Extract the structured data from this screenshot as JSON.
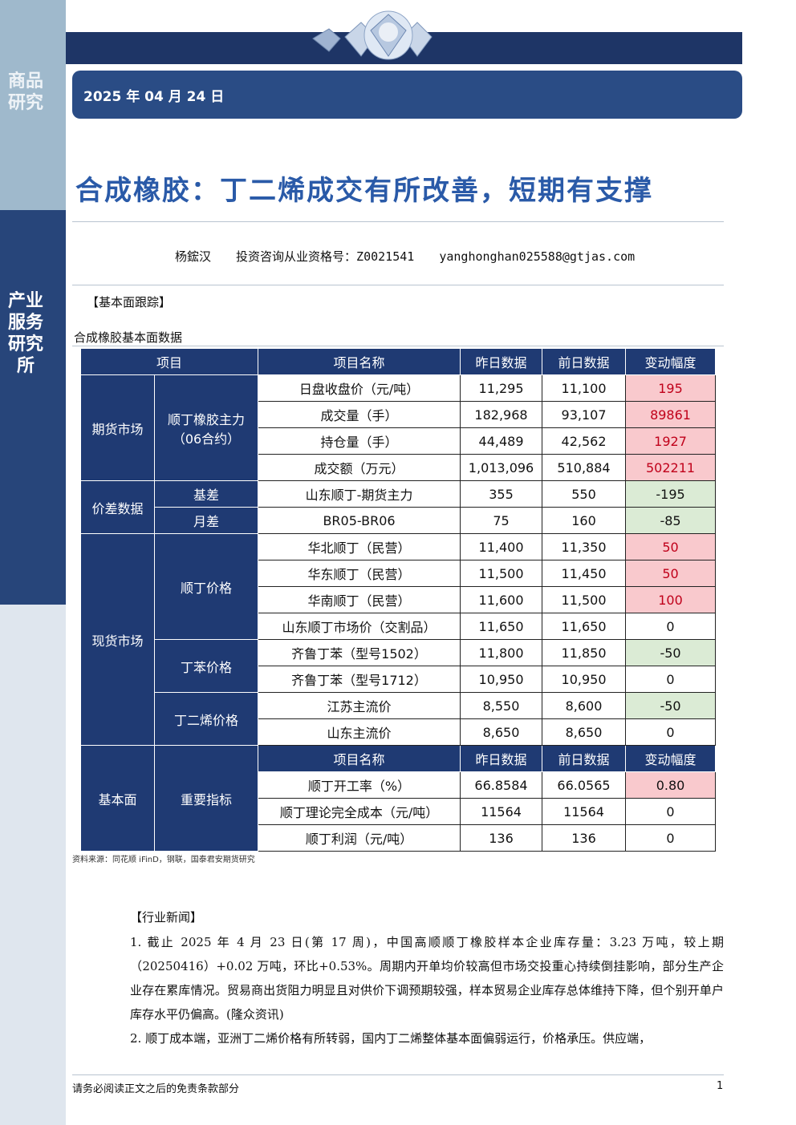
{
  "sidebar": {
    "top_label": "商品研究",
    "mid_label": "产业服务研究所"
  },
  "date": "2025 年 04 月 24 日",
  "title": "合成橡胶：丁二烯成交有所改善，短期有支撑",
  "author": {
    "name": "杨鋐汉",
    "license": "投资咨询从业资格号：Z0021541",
    "email": "yanghonghan025588@gtjas.com"
  },
  "section1": "【基本面跟踪】",
  "table_title": "合成橡胶基本面数据",
  "table": {
    "headers": [
      "项目",
      "项目名称",
      "昨日数据",
      "前日数据",
      "变动幅度"
    ],
    "groups": {
      "futures": "期货市场",
      "futures_sub": "顺丁橡胶主力（06合约）",
      "spread": "价差数据",
      "spread_basis": "基差",
      "spread_month": "月差",
      "spot": "现货市场",
      "spot_br": "顺丁价格",
      "spot_bd_styrene": "丁苯价格",
      "spot_bd": "丁二烯价格",
      "fund": "基本面",
      "fund_sub": "重要指标"
    },
    "rows": [
      [
        "日盘收盘价（元/吨）",
        "11,295",
        "11,100",
        "195"
      ],
      [
        "成交量（手）",
        "182,968",
        "93,107",
        "89861"
      ],
      [
        "持仓量（手）",
        "44,489",
        "42,562",
        "1927"
      ],
      [
        "成交额（万元）",
        "1,013,096",
        "510,884",
        "502211"
      ],
      [
        "山东顺丁-期货主力",
        "355",
        "550",
        "-195"
      ],
      [
        "BR05-BR06",
        "75",
        "160",
        "-85"
      ],
      [
        "华北顺丁（民营）",
        "11,400",
        "11,350",
        "50"
      ],
      [
        "华东顺丁（民营）",
        "11,500",
        "11,450",
        "50"
      ],
      [
        "华南顺丁（民营）",
        "11,600",
        "11,500",
        "100"
      ],
      [
        "山东顺丁市场价（交割品）",
        "11,650",
        "11,650",
        "0"
      ],
      [
        "齐鲁丁苯（型号1502）",
        "11,800",
        "11,850",
        "-50"
      ],
      [
        "齐鲁丁苯（型号1712）",
        "10,950",
        "10,950",
        "0"
      ],
      [
        "江苏主流价",
        "8,550",
        "8,600",
        "-50"
      ],
      [
        "山东主流价",
        "8,650",
        "8,650",
        "0"
      ],
      [
        "顺丁开工率（%）",
        "66.8584",
        "66.0565",
        "0.80"
      ],
      [
        "顺丁理论完全成本（元/吨）",
        "11564",
        "11564",
        "0"
      ],
      [
        "顺丁利润（元/吨）",
        "136",
        "136",
        "0"
      ]
    ]
  },
  "source": "资料来源：同花顺 iFinD，钢联，国泰君安期货研究",
  "section2": "【行业新闻】",
  "news": [
    "1.  截止 2025 年 4 月 23 日(第 17 周)，中国高顺顺丁橡胶样本企业库存量：3.23 万吨，较上期（20250416）+0.02 万吨，环比+0.53%。周期内开单均价较高但市场交投重心持续倒挂影响，部分生产企业存在累库情况。贸易商出货阻力明显且对供价下调预期较强，样本贸易企业库存总体维持下降，但个别开单户库存水平仍偏高。(隆众资讯)",
    "2.  顺丁成本端，亚洲丁二烯价格有所转弱，国内丁二烯整体基本面偏弱运行，价格承压。供应端，"
  ],
  "footer": "请务必阅读正文之后的免责条款部分",
  "page_number": "1",
  "colors": {
    "navy": "#1f3a73",
    "title_blue": "#2a5aa8",
    "pos_bg": "#f9c9cd",
    "neg_bg": "#dbebd5"
  }
}
